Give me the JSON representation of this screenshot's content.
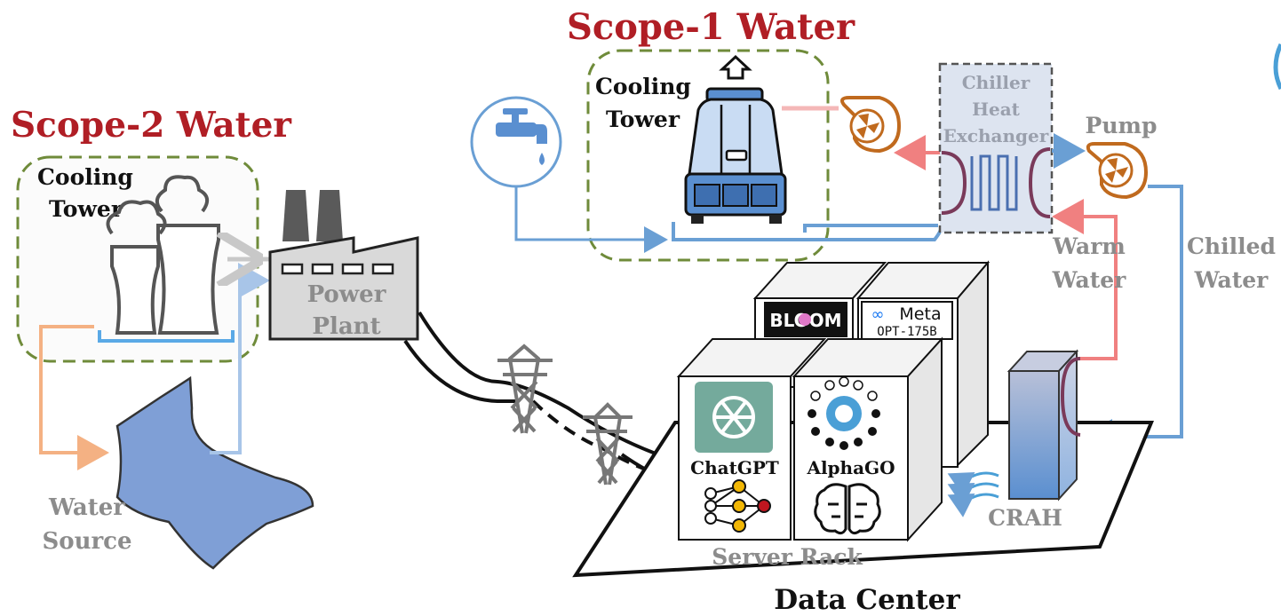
{
  "titles": {
    "scope1": "Scope-1 Water",
    "scope2": "Scope-2 Water"
  },
  "labels": {
    "cooling_tower_1": [
      "Cooling",
      "Tower"
    ],
    "cooling_tower_2": [
      "Cooling",
      "Tower"
    ],
    "chiller": [
      "Chiller",
      "Heat",
      "Exchanger"
    ],
    "pump": "Pump",
    "warm_water": [
      "Warm",
      "Water"
    ],
    "chilled_water": [
      "Chilled",
      "Water"
    ],
    "power_plant": [
      "Power",
      "Plant"
    ],
    "water_source": [
      "Water",
      "Source"
    ],
    "server_rack": "Server Rack",
    "crah": "CRAH",
    "data_center": "Data Center"
  },
  "servers": {
    "chatgpt": "ChatGPT",
    "alphago": "AlphaGO",
    "bloom": "BLOOM",
    "meta": "Meta",
    "opt": "OPT-175B"
  },
  "colors": {
    "title_red": "#b01e25",
    "dashed_green": "#6f8b3a",
    "pipe_blue": "#6a9fd4",
    "pipe_red": "#f08080",
    "pipe_orange": "#f4b183",
    "water_source": "#7f9fd6",
    "gray_label": "#8c8c8c"
  }
}
